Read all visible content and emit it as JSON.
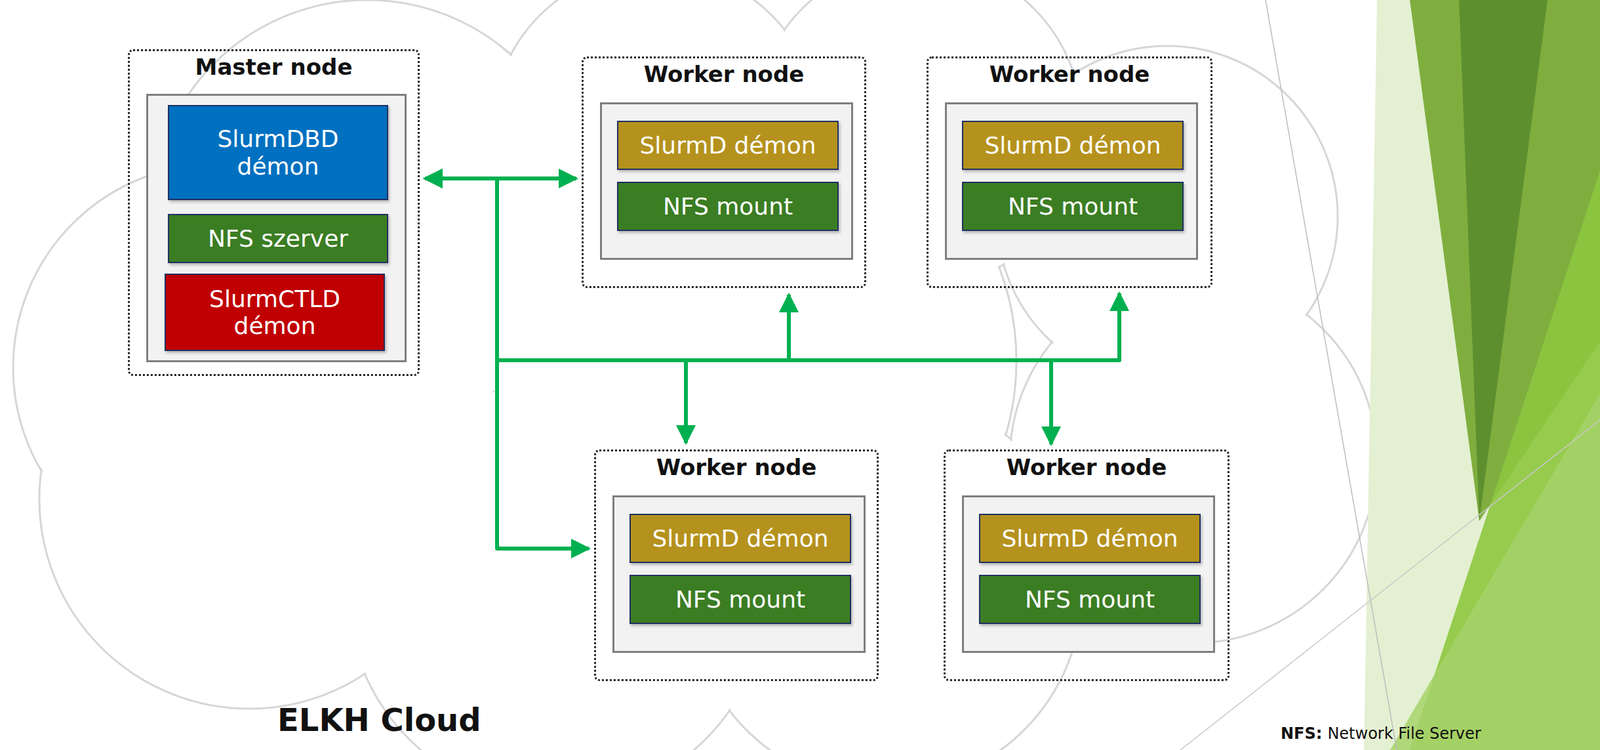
{
  "diagram": {
    "nodes": [
      {
        "text": [
          "Master node"
        ]
      },
      {
        "text": [
          "SlurmDBD démon"
        ],
        "in": 0
      },
      {
        "text": [
          "NFS szerver"
        ],
        "in": 0
      },
      {
        "text": [
          "SlurmCTLD démon"
        ],
        "in": 0
      },
      {
        "text": [
          "Worker node"
        ]
      },
      {
        "text": [
          "SlurmD démon"
        ],
        "in": 4
      },
      {
        "text": [
          "NFS mount"
        ],
        "in": 4
      },
      {
        "text": [
          "Worker node"
        ]
      },
      {
        "text": [
          "SlurmD démon"
        ],
        "in": 7
      },
      {
        "text": [
          "NFS mount"
        ],
        "in": 7
      },
      {
        "text": [
          "Worker node"
        ]
      },
      {
        "text": [
          "SlurmD démon"
        ],
        "in": 10
      },
      {
        "text": [
          "NFS mount"
        ],
        "in": 10
      },
      {
        "text": [
          "Worker node"
        ]
      },
      {
        "text": [
          "SlurmD démon"
        ],
        "in": 13
      },
      {
        "text": [
          "NFS mount"
        ],
        "in": 13
      }
    ],
    "edges": [
      {
        "from": 0,
        "to": 4,
        "arrow": "both"
      },
      {
        "from": 0,
        "to": 7,
        "arrow": "both"
      },
      {
        "from": 0,
        "to": 10,
        "arrow": "both"
      },
      {
        "from": 0,
        "to": 13,
        "arrow": "both"
      }
    ],
    "labels": [
      "ELKH Cloud",
      "NFS:",
      "Network File Server"
    ]
  }
}
